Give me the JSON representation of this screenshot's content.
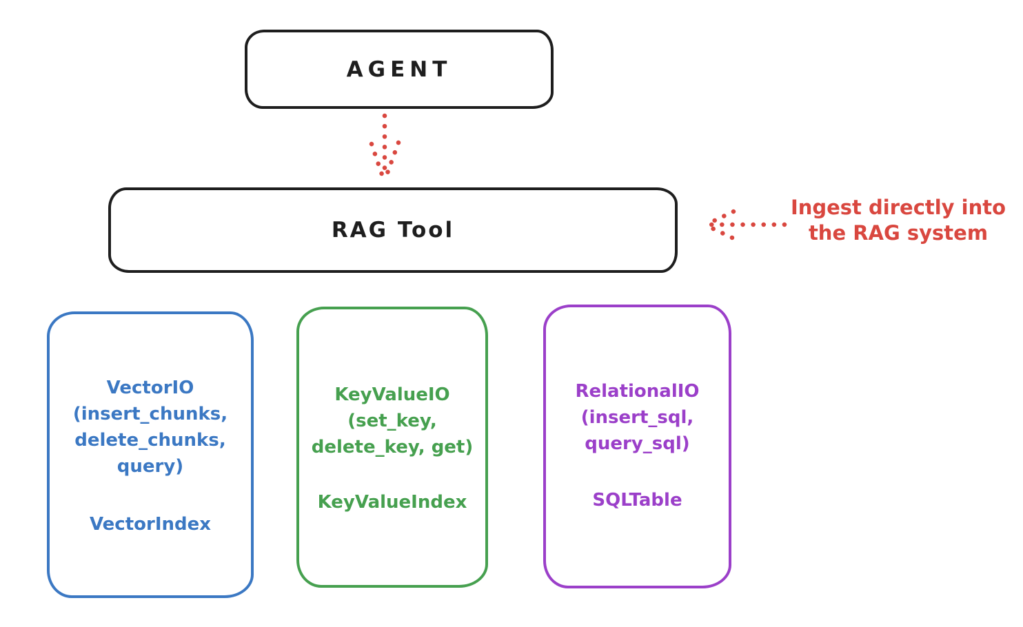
{
  "diagram": {
    "background": "#ffffff",
    "stroke_color": "#1e1e1e",
    "accent_red": "#d9473f",
    "agent_box": {
      "label": "AGENT"
    },
    "rag_tool_box": {
      "label": "RAG Tool"
    },
    "annotation": {
      "line1": "Ingest directly into",
      "line2": "the RAG system"
    },
    "stores": [
      {
        "name": "vector-io",
        "color": "#3b78c3",
        "line1": "VectorIO",
        "line2": "(insert_chunks,",
        "line3": "delete_chunks,",
        "line4": "query)",
        "index": "VectorIndex"
      },
      {
        "name": "keyvalue-io",
        "color": "#46a04f",
        "line1": "KeyValueIO",
        "line2": "(set_key,",
        "line3": "delete_key, get)",
        "index": "KeyValueIndex"
      },
      {
        "name": "relational-io",
        "color": "#9b3fc9",
        "line1": "RelationalIO",
        "line2": "(insert_sql,",
        "line3": "query_sql)",
        "index": "SQLTable"
      }
    ]
  }
}
